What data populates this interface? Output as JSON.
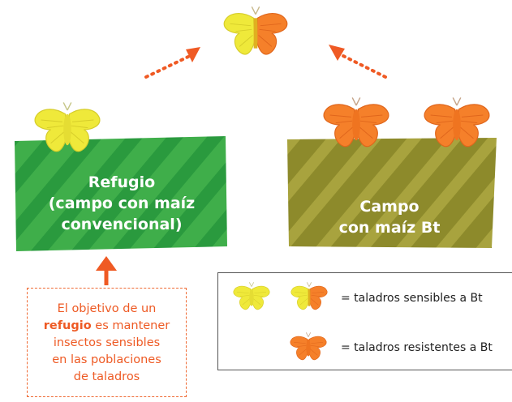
{
  "refuge_field": {
    "line1": "Refugio",
    "line2": "(campo con maíz",
    "line3": "convencional)"
  },
  "bt_field": {
    "line1": "Campo",
    "line2": "con maíz Bt"
  },
  "note": {
    "line1": "El objetivo de un",
    "bold_word": "refugio",
    "line2_rest": " es mantener",
    "line3": "insectos sensibles",
    "line4": "en las poblaciones",
    "line5": "de taladros"
  },
  "legend": {
    "sensitive_label": "= taladros sensibles a Bt",
    "resistant_label": "= taladros resistentes a Bt"
  },
  "colors": {
    "refuge_green": "#3fae4a",
    "refuge_stripe": "#2a9a3e",
    "bt_olive": "#8d8a2b",
    "bt_stripe": "#a8a33e",
    "sensitive_yellow": "#efe93a",
    "resistant_orange": "#f5802a",
    "accent_orange": "#ef5a24"
  },
  "icons": {
    "moth": "moth-icon",
    "arrow": "dotted-arrow-icon"
  }
}
